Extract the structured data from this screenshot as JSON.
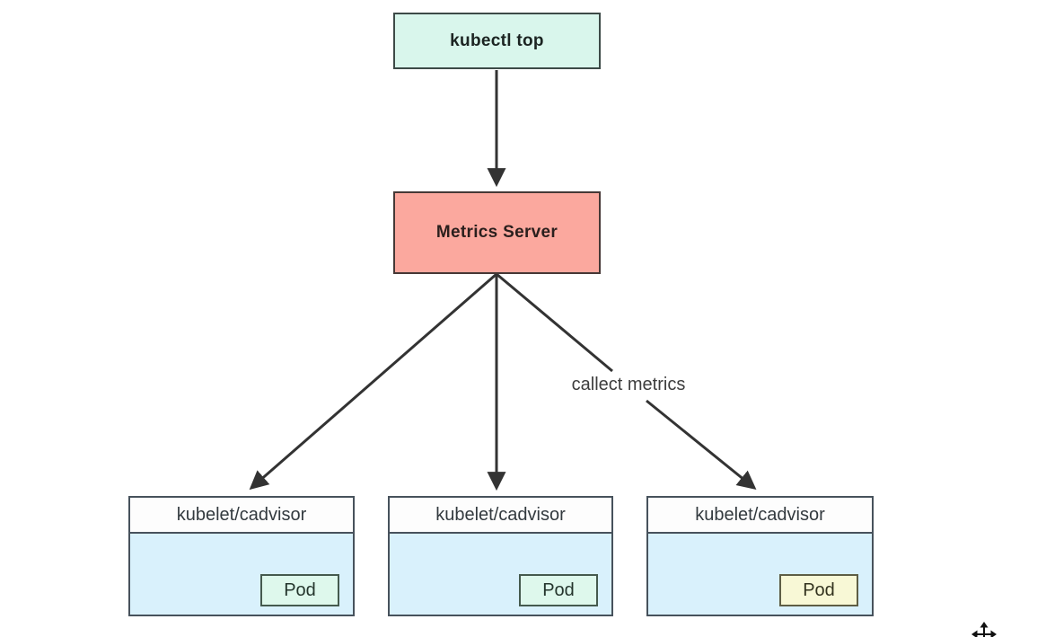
{
  "diagram": {
    "kubectl_box": {
      "label": "kubectl top",
      "bg": "#d9f6ec"
    },
    "metrics_server_box": {
      "label": "Metrics Server",
      "bg": "#fba89e"
    },
    "collect_metrics_label": "callect metrics",
    "nodes": [
      {
        "header": "kubelet/cadvisor",
        "pod_label": "Pod",
        "pod_bg": "#def8ec"
      },
      {
        "header": "kubelet/cadvisor",
        "pod_label": "Pod",
        "pod_bg": "#def8ec"
      },
      {
        "header": "kubelet/cadvisor",
        "pod_label": "Pod",
        "pod_bg": "#f8f8d6"
      }
    ],
    "colors": {
      "node_body_blue": "#d9f1fc",
      "node_header_white": "#fdfdfd",
      "box_border_dark": "#47525c",
      "arrow_dark": "#333333",
      "page_background": "#ffffff"
    },
    "icons": {
      "move_cursor": "move-cursor-icon"
    }
  }
}
